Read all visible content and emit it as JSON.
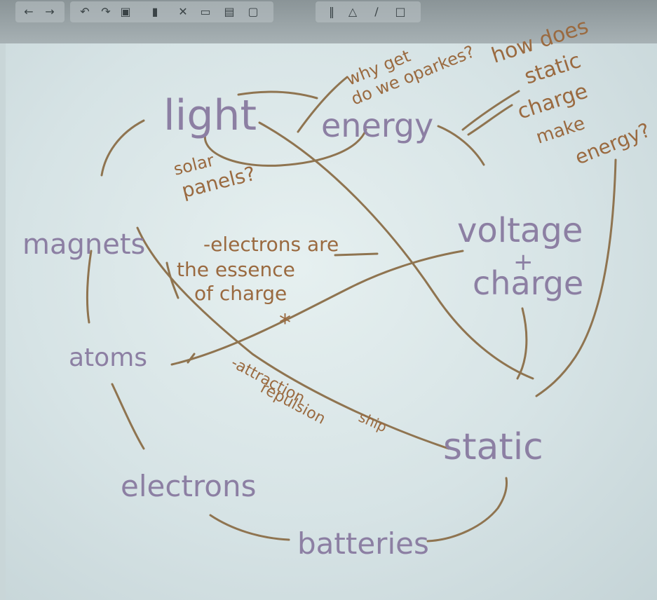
{
  "toolbar": {
    "icons": [
      "back-icon",
      "forward-icon",
      "undo-icon",
      "redo-icon",
      "save-icon",
      "clip-icon",
      "delete-icon",
      "screen-icon",
      "window-icon",
      "select-icon",
      "pen-icon",
      "shape-icon",
      "marker-icon",
      "erase-icon"
    ]
  },
  "nodes": {
    "light": "light",
    "energy": "energy",
    "magnets": "magnets",
    "voltage": "voltage",
    "plus": "+",
    "charge": "charge",
    "atoms": "atoms",
    "static": "static",
    "electrons": "electrons",
    "batteries": "batteries"
  },
  "notes": {
    "why_1": "why get",
    "why_2": "do we oparkes?",
    "how_1": "how does",
    "how_2": "static",
    "how_3": "charge",
    "how_4": "make",
    "how_5": "energy?",
    "solar_1": "solar",
    "solar_2": "panels?",
    "essence_1": "-electrons are",
    "essence_2": "the essence",
    "essence_3": "of charge",
    "star": "*",
    "attract_1": "-attraction",
    "attract_2": "repulsion",
    "attract_3": "ship"
  },
  "colors": {
    "node_text": "#8c7fa3",
    "note_text": "#9a6a40",
    "edge": "#8f7450",
    "board": "#dde8ea"
  }
}
